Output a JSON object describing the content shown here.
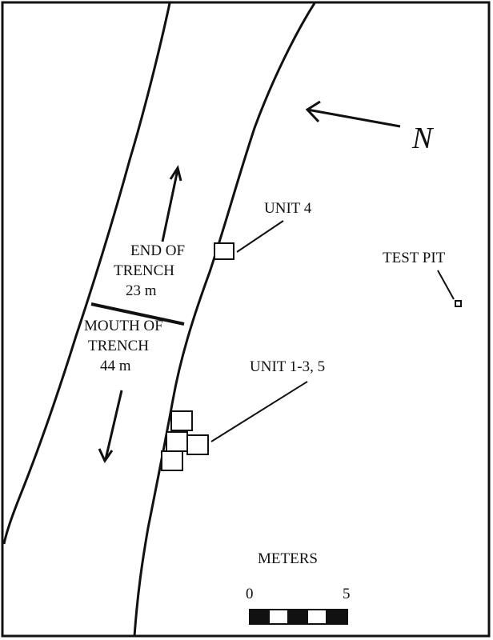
{
  "map": {
    "north_label": "N",
    "labels": {
      "unit4": "UNIT 4",
      "test_pit": "TEST PIT",
      "unit_1_3_5": "UNIT 1-3, 5",
      "end_line1": "END OF",
      "end_line2": "TRENCH",
      "end_dist": "23 m",
      "mouth_line1": "MOUTH OF",
      "mouth_line2": "TRENCH",
      "mouth_dist": "44 m"
    },
    "scale": {
      "title": "METERS",
      "min_label": "0",
      "max_label": "5"
    },
    "colors": {
      "ink": "#111111",
      "background": "#ffffff"
    }
  }
}
